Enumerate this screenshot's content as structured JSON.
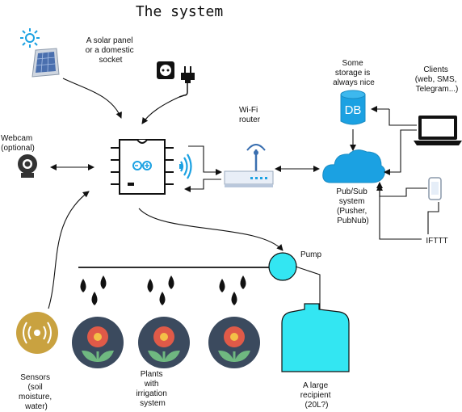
{
  "title": "The system",
  "labels": {
    "power": [
      "A solar panel",
      "or a domestic",
      "socket"
    ],
    "webcam": [
      "Webcam",
      "(optional)"
    ],
    "router": [
      "Wi-Fi",
      "router"
    ],
    "storage": [
      "Some",
      "storage is",
      "always nice"
    ],
    "db": "DB",
    "clients": [
      "Clients",
      "(web, SMS,",
      "Telegram...)"
    ],
    "pubsub": [
      "Pub/Sub",
      "system",
      "(Pusher,",
      "PubNub)"
    ],
    "ifttt": "IFTTT",
    "pump": "Pump",
    "recipient": [
      "A large",
      "recipient",
      "(20L?)"
    ],
    "sensors": [
      "Sensors",
      "(soil",
      "moisture,",
      "water)"
    ],
    "plants": [
      "Plants",
      "with",
      "irrigation",
      "system"
    ]
  },
  "colors": {
    "accent_blue": "#1ba1e2",
    "cyan_fill": "#33e6f2",
    "sensor_gold": "#c9a240",
    "plant_bg": "#3b4a5e",
    "flower_red": "#e05a48",
    "leaf_green": "#6fb880",
    "panel_blue": "#4a6fae"
  },
  "icons": [
    "sun-icon",
    "solar-panel-icon",
    "power-socket-icon",
    "power-plug-icon",
    "webcam-icon",
    "arduino-chip-icon",
    "wifi-signal-icon",
    "wifi-router-icon",
    "database-icon",
    "cloud-icon",
    "laptop-icon",
    "smartphone-icon",
    "pump-icon",
    "water-tank-icon",
    "sensor-icon",
    "water-drop-icon",
    "flower-icon"
  ]
}
